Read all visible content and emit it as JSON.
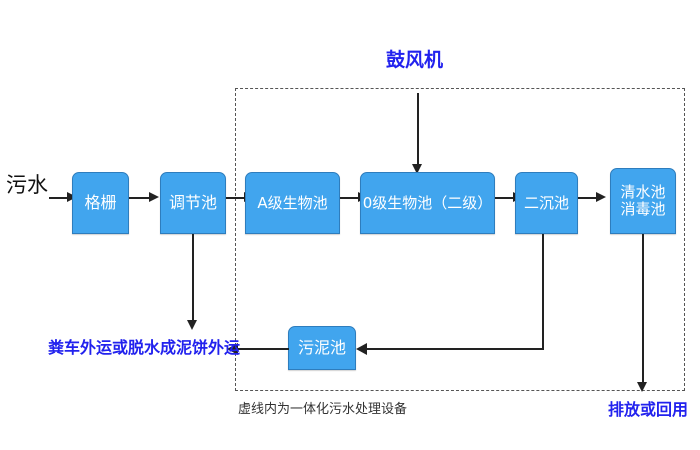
{
  "diagram": {
    "title_note": "鼓风机",
    "inlet_label": "污水",
    "enclosure_caption": "虚线内为一体化污水处理设备",
    "outlet_label": "排放或回用",
    "sludge_outlet_label": "粪车外运或脱水成泥饼外运",
    "colors": {
      "box_fill": "#41a5ee",
      "box_border": "#2e7dbd",
      "box_text": "#ffffff",
      "line": "#222222",
      "accent_text": "#2222ee",
      "dashed_border": "#555555",
      "background": "#ffffff"
    },
    "boxes": [
      {
        "id": "grid",
        "label": "格栅"
      },
      {
        "id": "regulation",
        "label": "调节池"
      },
      {
        "id": "a-stage",
        "label": "A级生物池"
      },
      {
        "id": "o-stage",
        "label": "0级生物池（二级）"
      },
      {
        "id": "secondary",
        "label": "二沉池"
      },
      {
        "id": "clearwater",
        "label_line1": "清水池",
        "label_line2": "消毒池"
      },
      {
        "id": "sludge",
        "label": "污泥池"
      }
    ]
  }
}
